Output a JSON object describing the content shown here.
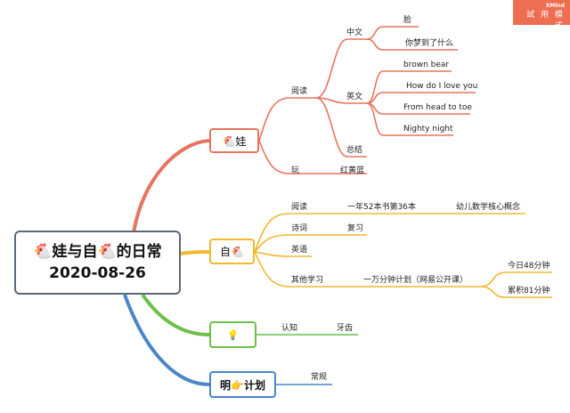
{
  "watermark": {
    "brand": "XMind",
    "mode": "試 用 模 式"
  },
  "root": {
    "icon": "rooster-icon",
    "line1": "🐔娃与自🐔的日常",
    "line2": "2020-08-26"
  },
  "branches": {
    "wa": {
      "label": "🐔娃",
      "color": "#e8735e",
      "reading": {
        "label": "阅读",
        "chinese": {
          "label": "中文",
          "items": [
            "脸",
            "你梦到了什么"
          ]
        },
        "english": {
          "label": "英文",
          "items": [
            "brown bear",
            "How do I love you",
            "From head to toe",
            "Nighty night"
          ]
        },
        "summary": "总结"
      },
      "play": {
        "label": "玩",
        "item": "红黄蓝"
      }
    },
    "zi": {
      "label": "自🐔",
      "color": "#f2b830",
      "reading": {
        "label": "阅读",
        "progress": "一年52本书第36本",
        "book": "幼儿数学核心概念"
      },
      "poetry": {
        "label": "诗词",
        "item": "复习"
      },
      "english": {
        "label": "英语"
      },
      "other": {
        "label": "其他学习",
        "plan": "一万分钟计划（网易公开课）",
        "today": "今日48分钟",
        "total": "累积81分钟"
      }
    },
    "bulb": {
      "icon": "lightbulb-icon",
      "color": "#6cbf48",
      "cognition": {
        "label": "认知",
        "item": "牙齿"
      }
    },
    "ming": {
      "label": "明👉计划",
      "color": "#4a86c8",
      "routine": "常规"
    }
  }
}
